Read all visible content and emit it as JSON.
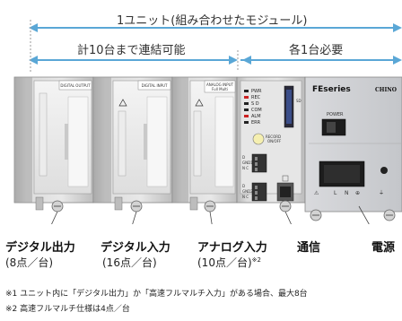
{
  "dimensions": {
    "unit_label": "1ユニット(組み合わせたモジュール)",
    "io_range_label": "計10台まで連結可能",
    "fixed_range_label": "各1台必要"
  },
  "io_modules": [
    {
      "panel_label": "DIGITAL OUTPUT",
      "title": "デジタル出力",
      "count": "(8点／台)"
    },
    {
      "panel_label": "DIGITAL INPUT",
      "title": "デジタル入力",
      "count": "(16点／台)"
    },
    {
      "panel_label": "ANALOG INPUT",
      "panel_sub": "Full Multi",
      "title": "アナログ入力",
      "count": "(10点／台)",
      "note_mark": "※2"
    }
  ],
  "comm_module": {
    "title": "通信",
    "leds": [
      "PWR",
      "REC",
      "S D",
      "COM",
      "ALM",
      "ERR"
    ],
    "led_colors": [
      "#222222",
      "#cc2020",
      "#222222",
      "#222222",
      "#cc2020",
      "#222222"
    ],
    "record_label": "RECORD",
    "record_sub": "ON/OFF",
    "terminal1_labels": [
      "D",
      "GND1",
      "N C"
    ],
    "terminal2_labels": [
      "D",
      "GND2",
      "N C"
    ],
    "sd_label": "SD"
  },
  "power_module": {
    "title": "電源",
    "series": "FEseries",
    "brand": "CHINO",
    "power_label": "POWER",
    "terminal_labels": [
      "⚠",
      "L",
      "N",
      "⊕",
      "⏚"
    ]
  },
  "footnotes": [
    "※1 ユニット内に「デジタル出力」か「高速フルマルチ入力」がある場合、最大8台",
    "※2 高速フルマルチ仕様は4点／台"
  ]
}
